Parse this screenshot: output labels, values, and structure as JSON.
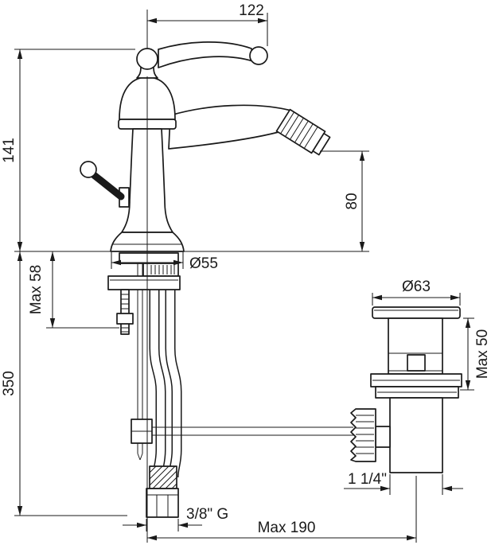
{
  "colors": {
    "background": "#ffffff",
    "line": "#1a1a1a"
  },
  "dims": {
    "spread_width": "122",
    "total_height": "141",
    "spout_height": "80",
    "base_diameter": "Ø55",
    "max_deck_thickness": "Max 58",
    "hose_length": "350",
    "waste_flange_diameter": "Ø63",
    "waste_max_thickness": "Max 50",
    "waste_thread": "1 1/4\"",
    "supply_thread": "3/8\" G",
    "centre_distance": "Max 190"
  }
}
